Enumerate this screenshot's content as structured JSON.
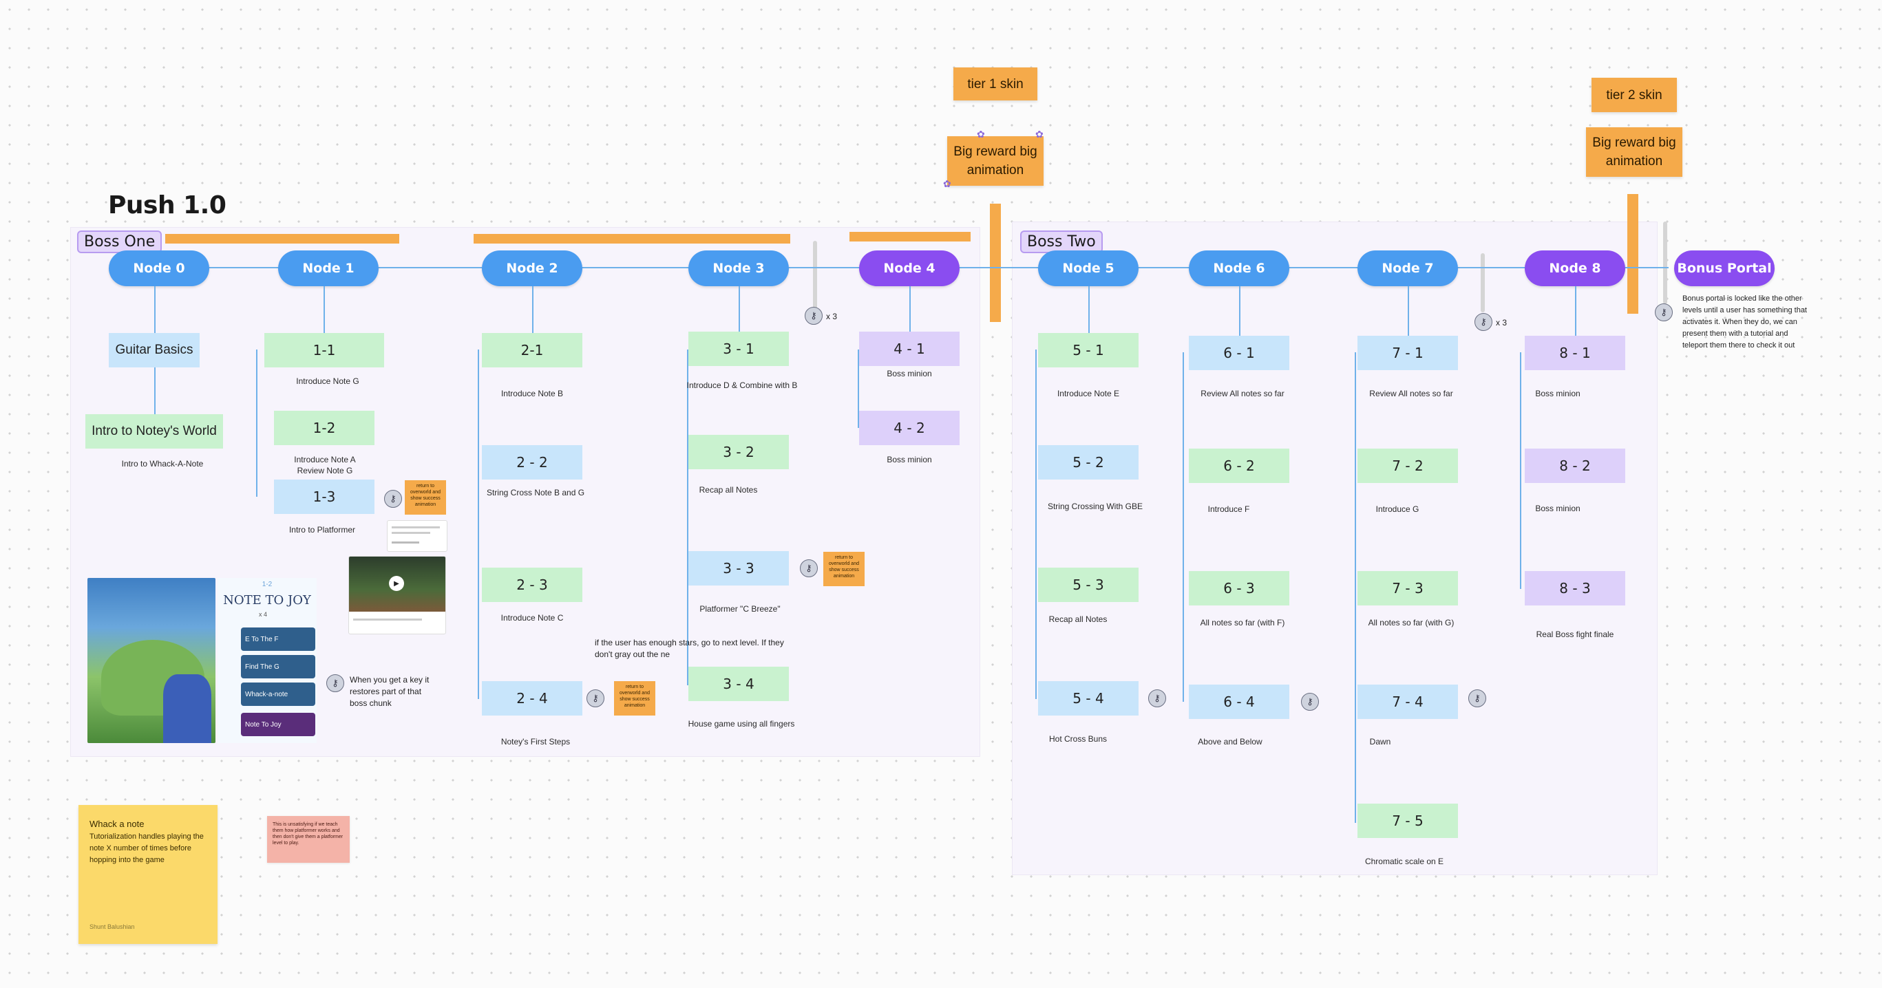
{
  "title": "Push 1.0",
  "sections": {
    "boss_one": "Boss One",
    "boss_two": "Boss Two"
  },
  "rewards": {
    "tier1": "tier 1 skin",
    "tier2": "tier 2 skin",
    "big_reward_1": "Big reward big animation",
    "big_reward_2": "Big reward big animation"
  },
  "nodes": [
    "Node 0",
    "Node 1",
    "Node 2",
    "Node 3",
    "Node 4",
    "Node 5",
    "Node 6",
    "Node 7",
    "Node 8",
    "Bonus Portal"
  ],
  "cards": {
    "c0a": {
      "label": "Guitar Basics",
      "caption": ""
    },
    "c0b": {
      "label": "Intro to Notey's World",
      "caption": "Intro to Whack-A-Note"
    },
    "c11": {
      "label": "1-1",
      "caption": "Introduce Note G"
    },
    "c12": {
      "label": "1-2",
      "caption": "Introduce Note A Review Note G"
    },
    "c13": {
      "label": "1-3",
      "caption": "Intro to Platformer"
    },
    "c21": {
      "label": "2-1",
      "caption": "Introduce Note B"
    },
    "c22": {
      "label": "2 - 2",
      "caption": "String Cross Note B and G"
    },
    "c23": {
      "label": "2 - 3",
      "caption": "Introduce Note C"
    },
    "c24": {
      "label": "2 - 4",
      "caption": "Notey's First Steps"
    },
    "c31": {
      "label": "3 - 1",
      "caption": "Introduce D & Combine with B"
    },
    "c32": {
      "label": "3 - 2",
      "caption": "Recap all Notes"
    },
    "c33": {
      "label": "3 - 3",
      "caption": "Platformer \"C Breeze\""
    },
    "c34": {
      "label": "3 - 4",
      "caption": "House game using all fingers"
    },
    "c41": {
      "label": "4 - 1",
      "caption": "Boss minion"
    },
    "c42": {
      "label": "4 - 2",
      "caption": "Boss minion"
    },
    "c51": {
      "label": "5 - 1",
      "caption": "Introduce Note E"
    },
    "c52": {
      "label": "5 - 2",
      "caption": "String Crossing With GBE"
    },
    "c53": {
      "label": "5 - 3",
      "caption": "Recap all Notes"
    },
    "c54": {
      "label": "5 - 4",
      "caption": "Hot Cross Buns"
    },
    "c61": {
      "label": "6 - 1",
      "caption": "Review All notes so far"
    },
    "c62": {
      "label": "6 - 2",
      "caption": "Introduce F"
    },
    "c63": {
      "label": "6 - 3",
      "caption": "All notes so far (with F)"
    },
    "c64": {
      "label": "6 - 4",
      "caption": "Above and Below"
    },
    "c71": {
      "label": "7 - 1",
      "caption": "Review All notes so far"
    },
    "c72": {
      "label": "7 - 2",
      "caption": "Introduce G"
    },
    "c73": {
      "label": "7 - 3",
      "caption": "All notes so far (with G)"
    },
    "c74": {
      "label": "7 - 4",
      "caption": "Dawn"
    },
    "c75": {
      "label": "7 - 5",
      "caption": "Chromatic scale on E"
    },
    "c81": {
      "label": "8 - 1",
      "caption": "Boss minion"
    },
    "c82": {
      "label": "8 - 2",
      "caption": "Boss minion"
    },
    "c83": {
      "label": "8 - 3",
      "caption": "Real Boss fight finale"
    }
  },
  "multipliers": {
    "m3": "x 3",
    "m7": "x 3"
  },
  "notes": {
    "bonus": "Bonus portal is locked like the other levels until a user has something that activates it. When they do, we can present them with a tutorial and teleport them there to check it out",
    "stars": "if the user has enough stars, go to next level. If they don't gray out the ne",
    "key": "When you get a key it restores part of that boss chunk",
    "return": "return to overworld and show success animation"
  },
  "stickies": {
    "whack": {
      "title": "Whack a note",
      "body": "Tutorialization handles playing the note X number of times before hopping into the game",
      "author": "Shunt Balushian"
    },
    "pink": "This is unsatisfying if we teach them how platformer works and then don't give them a platformer level to play."
  },
  "thumbnail": {
    "level_num": "1-2",
    "title": "NOTE TO JOY",
    "stars": "x 4",
    "levels": [
      "E To The F",
      "Find The G",
      "Whack-a-note",
      "Note To Joy"
    ]
  },
  "colors": {
    "node": "#4a9cf0",
    "boss_node": "#8a4df0",
    "green": "#c9f2cf",
    "blue": "#c8e5fb",
    "purple": "#ddd0fa",
    "orange": "#f5aa4a"
  }
}
